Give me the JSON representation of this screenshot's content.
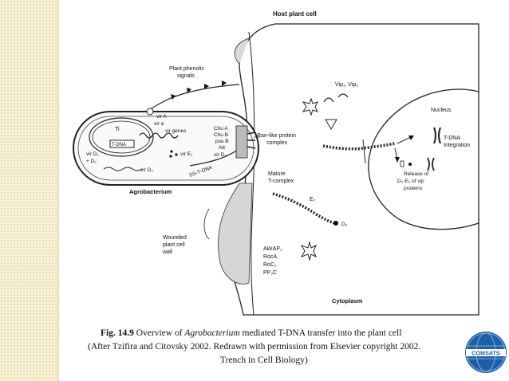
{
  "labels": {
    "host_cell": "Host plant cell",
    "phenolic": "Plant phenolic",
    "signals": "signals",
    "vir_a": "vir A",
    "vir_a_small": "vir a",
    "vir_genes": "vir genes",
    "ti": "Ti",
    "t_dna": "T-DNA",
    "vir_d1": "vir D₁",
    "plus_d2": "+ D₂",
    "vir_e2": "vir E₂",
    "vir_d2": "vir D₂",
    "chu_a": "Chu A",
    "chu_b": "Chu B",
    "psu_b": "psu B",
    "att": "Att",
    "vir_d4": "vir D₄",
    "ss_tdna": "SS-T-DNA",
    "agrobacterium": "Agrobacterium",
    "ran_like_1": "Ran-like protein",
    "ran_like_2": "complex",
    "vip": "Vip₁, Vip₂",
    "nucleus": "Nucleus",
    "tdna_integ_1": "T-DNA",
    "tdna_integ_2": "Integration",
    "release_1": "Release of",
    "release_2": "D₂-E₂ of vip",
    "release_3": "proteins",
    "mature_1": "Mature",
    "mature_2": "T-complex",
    "e2": "E₂",
    "d2": "D₂",
    "wounded_1": "Wounded",
    "wounded_2": "plant cell",
    "wounded_3": "wall",
    "akkap": "AkkAP₂",
    "roca": "RocA",
    "roc1": "RoC₁",
    "pp2c": "PP₂C",
    "cytoplasm": "Cytoplasm"
  },
  "caption": {
    "fig_no": "Fig. 14.9",
    "line1_pre": "Overview of",
    "line1_italic": "Agrobacterium",
    "line1_post": "mediated T-DNA transfer into the plant cell",
    "line2": "(After Tzifira and Citovsky 2002. Redrawn with permission from Elsevier copyright 2002.",
    "line3": "Trench in Cell Biology)"
  },
  "logo": {
    "text": "COMSATS",
    "color": "#1d5ea8"
  }
}
